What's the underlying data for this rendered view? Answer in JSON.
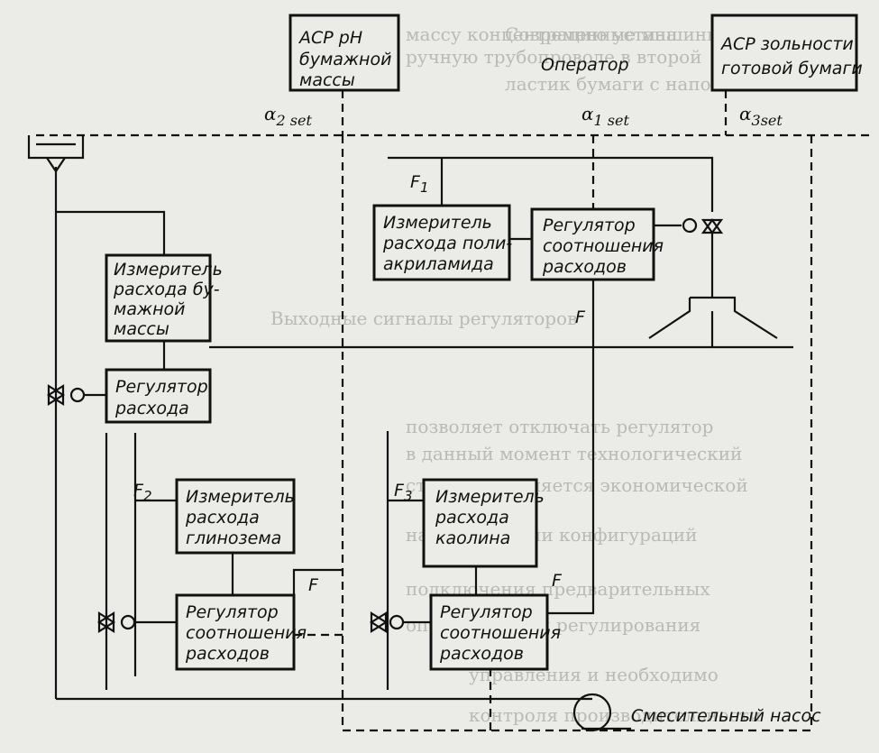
{
  "boxes": {
    "asr_ph": [
      "АСР pH",
      "бумажной",
      "массы"
    ],
    "asr_ash": [
      "АСР зольности",
      "готовой бумаги"
    ],
    "flow_pulp": [
      "Измеритель",
      "расхода бу-",
      "мажной",
      "массы"
    ],
    "reg_flow": [
      "Регулятор",
      "расхода"
    ],
    "flow_alumina": [
      "Измеритель",
      "расхода",
      "глинозема"
    ],
    "ratio_alumina": [
      "Регулятор",
      "соотношения",
      "расходов"
    ],
    "flow_paa": [
      "Измеритель",
      "расхода поли-",
      "акриламида"
    ],
    "ratio_paa": [
      "Регулятор",
      "соотношения",
      "расходов"
    ],
    "flow_kaolin": [
      "Измеритель",
      "расхода",
      "каолина"
    ],
    "ratio_kaolin": [
      "Регулятор",
      "соотношения",
      "расходов"
    ]
  },
  "labels": {
    "operator": "Оператор",
    "a2set_base": "α",
    "a2set_sub": "2 set",
    "a1set_base": "α",
    "a1set_sub": "1 set",
    "a3set_base": "α",
    "a3set_sub": "3set",
    "f1_base": "F",
    "f1_sub": "1",
    "f2_base": "F",
    "f2_sub": "2",
    "f3_base": "F",
    "f3_sub": "3",
    "f_a": "F",
    "f_b": "F",
    "f_c": "F",
    "pump": "Смесительный насос"
  }
}
